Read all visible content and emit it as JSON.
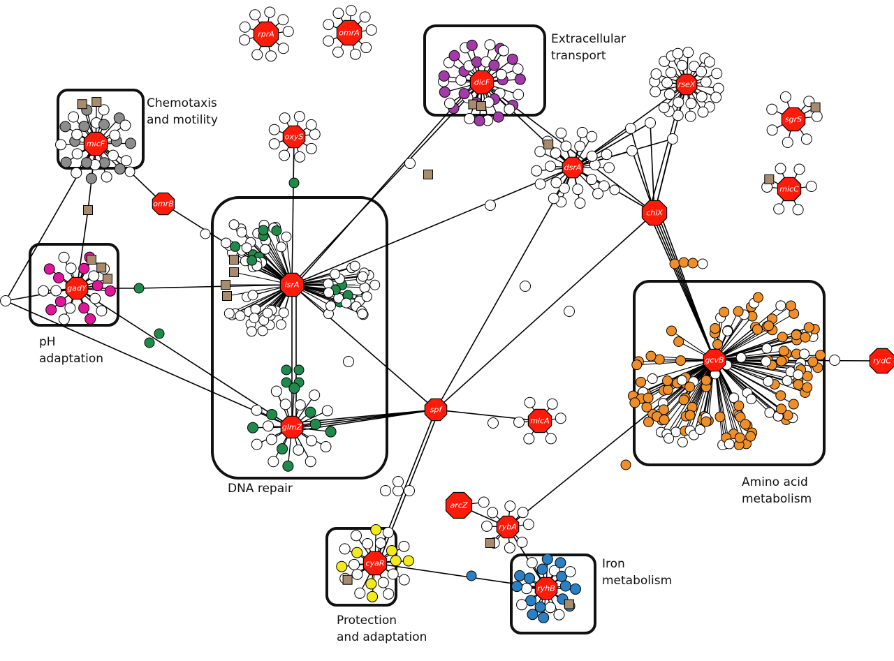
{
  "colors": {
    "hub": "#ff1a0a",
    "target": "#ffffff",
    "edge": "#000000",
    "box_node": "#a88a6c",
    "chemotaxis": "#8c8c8c",
    "transport": "#a23ba8",
    "ph": "#e0169b",
    "dna": "#1f8a4c",
    "amino": "#ef8f2a",
    "protection": "#f3ea1e",
    "iron": "#2a80c2"
  },
  "clusters": [
    {
      "id": "chemotaxis",
      "label": "Chemotaxis\nand motility"
    },
    {
      "id": "transport",
      "label": "Extracellular\ntransport"
    },
    {
      "id": "ph",
      "label": "pH\nadaptation"
    },
    {
      "id": "dna",
      "label": "DNA repair"
    },
    {
      "id": "amino",
      "label": "Amino acid\nmetabolism"
    },
    {
      "id": "protection",
      "label": "Protection\nand adaptation"
    },
    {
      "id": "iron",
      "label": "Iron\nmetabolism"
    }
  ],
  "hubs": [
    "rprA",
    "omrA",
    "dicF",
    "rseX",
    "sgrS",
    "micF",
    "oxyS",
    "dsrA",
    "chiX",
    "micC",
    "omrB",
    "gadY",
    "isrA",
    "gcvB",
    "rydC",
    "glmZ",
    "spf",
    "micA",
    "arcZ",
    "rybA",
    "cyaR",
    "ryhB"
  ]
}
